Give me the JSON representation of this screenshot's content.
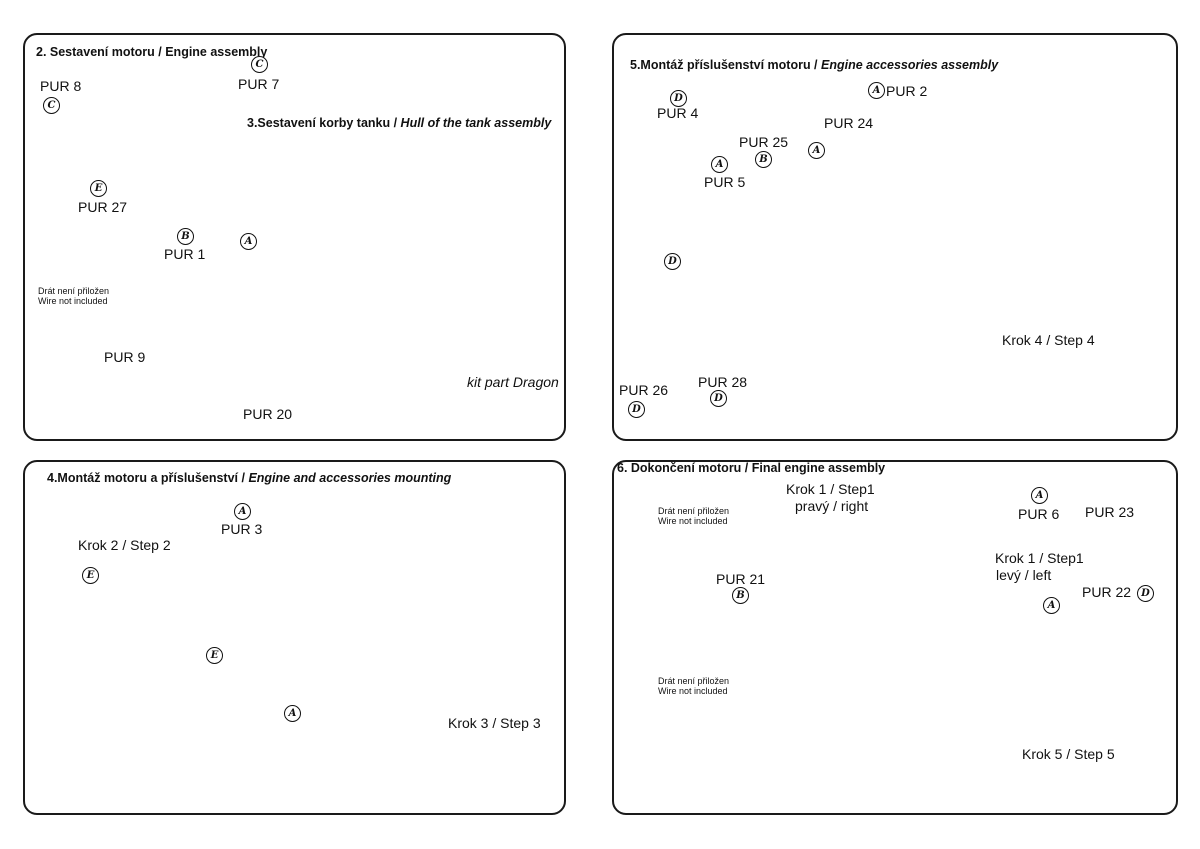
{
  "steps": [
    {
      "id": "2",
      "title_cz": "2. Sestavení motoru / ",
      "title_en": "Engine assembly"
    },
    {
      "id": "3",
      "title_cz": "3.Sestavení korby tanku / ",
      "title_en": "Hull of the tank assembly"
    },
    {
      "id": "4",
      "title_cz": "4.Montáž motoru a příslušenství / ",
      "title_en": "Engine and accessories mounting"
    },
    {
      "id": "5",
      "title_cz": "5.Montáž příslušenství motoru / ",
      "title_en": "Engine accessories assembly"
    },
    {
      "id": "6",
      "title_cz": "6. Dokončení motoru / ",
      "title_en": "Final engine assembly"
    }
  ],
  "parts": {
    "pur1": "PUR 1",
    "pur2": "PUR 2",
    "pur3": "PUR 3",
    "pur4": "PUR 4",
    "pur5": "PUR 5",
    "pur6": "PUR 6",
    "pur7": "PUR 7",
    "pur8": "PUR 8",
    "pur9": "PUR 9",
    "pur20": "PUR 20",
    "pur21": "PUR 21",
    "pur22": "PUR 22",
    "pur23": "PUR 23",
    "pur24": "PUR 24",
    "pur25": "PUR 25",
    "pur26": "PUR 26",
    "pur27": "PUR 27",
    "pur28": "PUR 28"
  },
  "sheet_letters": {
    "a": "A",
    "b": "B",
    "c": "C",
    "d": "D",
    "e": "E"
  },
  "notes": {
    "wire_cz": "Drát není přiložen",
    "wire_en": "Wire not included",
    "kit_part": "kit part Dragon"
  },
  "step_labels": {
    "step2": "Krok 2 / Step 2",
    "step3": "Krok 3 / Step 3",
    "step4": "Krok 4 / Step 4",
    "step5": "Krok 5 / Step 5",
    "step1_right_a": "Krok 1 / Step1",
    "step1_right_b": "pravý / right",
    "step1_left_a": "Krok 1 / Step1",
    "step1_left_b": "levý / left"
  }
}
